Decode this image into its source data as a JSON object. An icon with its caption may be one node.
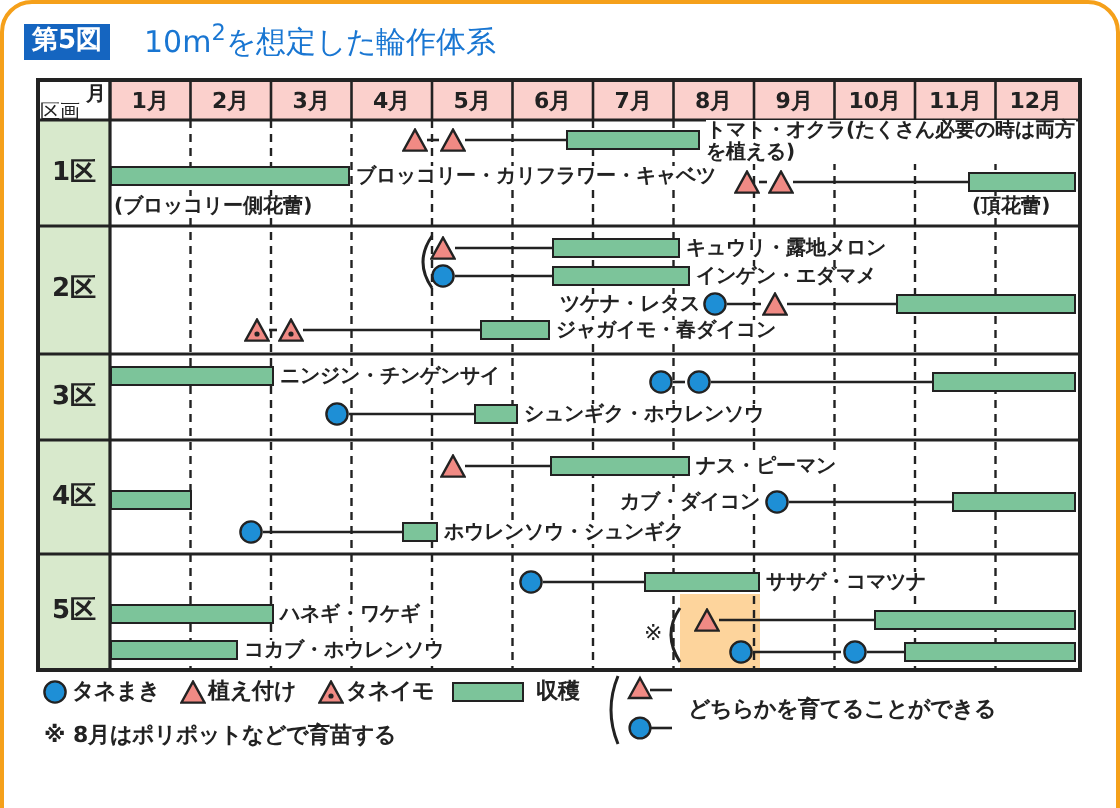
{
  "diagram": {
    "title": "10m$^{2}$を想定した輪作体系",
    "nodes": [
      {
        "text": [],
        "shape": "triangle"
      },
      {
        "text": [],
        "shape": "triangle"
      },
      {
        "text": [],
        "shape": "bar",
        "beside": [
          "トマト・オクラ(たくさん必要の時は両方を植える)"
        ]
      },
      {
        "text": [],
        "shape": "bar",
        "beside": [
          "ブロッコリー・カリフラワー・キャベツ",
          "(ブロッコリー側花蕾)"
        ]
      },
      {
        "text": [],
        "shape": "triangle"
      },
      {
        "text": [],
        "shape": "triangle"
      },
      {
        "text": [],
        "shape": "bar",
        "beside": [
          "(頂花蕾)"
        ]
      },
      {
        "text": [],
        "shape": "triangle"
      },
      {
        "text": [],
        "shape": "bar",
        "beside": [
          "キュウリ・露地メロン"
        ]
      },
      {
        "text": [],
        "shape": "circle"
      },
      {
        "text": [],
        "shape": "bar",
        "beside": [
          "インゲン・エダマメ"
        ]
      },
      {
        "text": [],
        "shape": "circle",
        "beside": [
          "ツケナ・レタス"
        ]
      },
      {
        "text": [],
        "shape": "triangle"
      },
      {
        "text": [],
        "shape": "bar"
      },
      {
        "text": [],
        "shape": "dotted-triangle"
      },
      {
        "text": [],
        "shape": "dotted-triangle"
      },
      {
        "text": [],
        "shape": "bar",
        "beside": [
          "ジャガイモ・春ダイコン"
        ]
      },
      {
        "text": [],
        "shape": "bar",
        "beside": [
          "ニンジン・チンゲンサイ"
        ]
      },
      {
        "text": [],
        "shape": "circle"
      },
      {
        "text": [],
        "shape": "circle"
      },
      {
        "text": [],
        "shape": "bar"
      },
      {
        "text": [],
        "shape": "circle"
      },
      {
        "text": [],
        "shape": "bar",
        "beside": [
          "シュンギク・ホウレンソウ"
        ]
      },
      {
        "text": [],
        "shape": "triangle"
      },
      {
        "text": [],
        "shape": "bar",
        "beside": [
          "ナス・ピーマン"
        ]
      },
      {
        "text": [],
        "shape": "bar"
      },
      {
        "text": [],
        "shape": "circle",
        "beside": [
          "カブ・ダイコン"
        ]
      },
      {
        "text": [],
        "shape": "bar"
      },
      {
        "text": [],
        "shape": "circle"
      },
      {
        "text": [],
        "shape": "bar",
        "beside": [
          "ホウレンソウ・シュンギク"
        ]
      },
      {
        "text": [],
        "shape": "circle"
      },
      {
        "text": [],
        "shape": "bar",
        "beside": [
          "ササゲ・コマツナ"
        ]
      },
      {
        "text": [],
        "shape": "bar",
        "beside": [
          "ハネギ・ワケギ"
        ]
      },
      {
        "text": [],
        "shape": "triangle"
      },
      {
        "text": [],
        "shape": "bar"
      },
      {
        "text": [],
        "shape": "bar",
        "beside": [
          "コカブ・ホウレンソウ"
        ]
      },
      {
        "text": [],
        "shape": "circle"
      },
      {
        "text": [],
        "shape": "circle"
      },
      {
        "text": [],
        "shape": "bar"
      }
    ],
    "edges": [
      {
        "from": 0,
        "to": 1,
        "arrow": "none"
      },
      {
        "from": 1,
        "to": 2,
        "arrow": "none"
      },
      {
        "from": 4,
        "to": 5,
        "arrow": "none"
      },
      {
        "from": 5,
        "to": 6,
        "arrow": "none"
      },
      {
        "from": 7,
        "to": 8,
        "arrow": "none"
      },
      {
        "from": 9,
        "to": 10,
        "arrow": "none"
      },
      {
        "from": 11,
        "to": 12,
        "arrow": "none"
      },
      {
        "from": 12,
        "to": 13,
        "arrow": "none"
      },
      {
        "from": 14,
        "to": 15,
        "arrow": "none"
      },
      {
        "from": 15,
        "to": 16,
        "arrow": "none"
      },
      {
        "from": 18,
        "to": 19,
        "arrow": "none"
      },
      {
        "from": 19,
        "to": 20,
        "arrow": "none"
      },
      {
        "from": 21,
        "to": 22,
        "arrow": "none"
      },
      {
        "from": 23,
        "to": 24,
        "arrow": "none"
      },
      {
        "from": 26,
        "to": 27,
        "arrow": "none"
      },
      {
        "from": 28,
        "to": 29,
        "arrow": "none"
      },
      {
        "from": 30,
        "to": 31,
        "arrow": "none"
      },
      {
        "from": 33,
        "to": 34,
        "arrow": "none"
      },
      {
        "from": 36,
        "to": 37,
        "arrow": "none"
      },
      {
        "from": 37,
        "to": 38,
        "arrow": "none"
      }
    ],
    "labels": [
      "第5図",
      "区画",
      "月",
      "1月",
      "2月",
      "3月",
      "4月",
      "5月",
      "6月",
      "7月",
      "8月",
      "9月",
      "10月",
      "11月",
      "12月",
      "1区",
      "2区",
      "3区",
      "4区",
      "5区",
      "※",
      "※ 8月はポリポットなどで育苗する"
    ],
    "legend": [
      {
        "text": "タネまき"
      },
      {
        "text": "植え付け"
      },
      {
        "text": "タネイモ"
      },
      {
        "text": "収穫"
      },
      {
        "text": "どちらかを育てることができる"
      }
    ]
  }
}
